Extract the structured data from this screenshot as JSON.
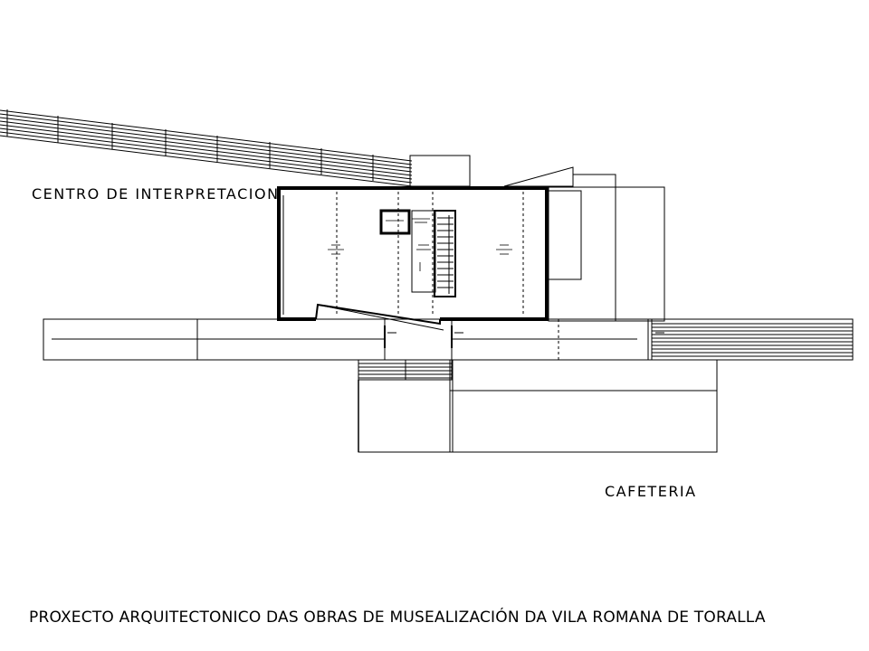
{
  "labels": {
    "centro": "CENTRO  DE  INTERPRETACION",
    "cafeteria": "CAFETERIA",
    "project_title": "PROXECTO ARQUITECTONICO DAS OBRAS DE MUSEALIZACIÓN DA VILA ROMANA DE TORALLA"
  },
  "colors": {
    "ink": "#000000",
    "paper": "#ffffff"
  }
}
